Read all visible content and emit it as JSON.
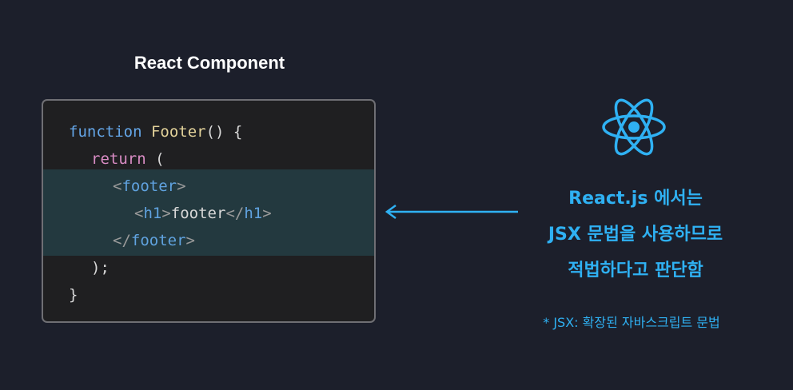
{
  "panel_title": "React Component",
  "code": {
    "line1": {
      "keyword": "function",
      "name": "Footer",
      "rest": "() {"
    },
    "line2": {
      "keyword": "return",
      "rest": " ("
    },
    "line3": {
      "open": "<",
      "tag": "footer",
      "close": ">"
    },
    "line4": {
      "open": "<",
      "tag": "h1",
      "close": ">",
      "text": "footer",
      "end_open": "</",
      "end_tag": "h1",
      "end_close": ">"
    },
    "line5": {
      "open": "</",
      "tag": "footer",
      "close": ">"
    },
    "line6": {
      "text": ");"
    },
    "line7": {
      "text": "}"
    }
  },
  "message": {
    "line1": "React.js 에서는",
    "line2": "JSX 문법을 사용하므로",
    "line3": "적법하다고 판단함"
  },
  "footnote": "* JSX: 확장된 자바스크립트 문법",
  "icons": {
    "logo": "react-logo-icon",
    "arrow": "arrow-left-icon"
  },
  "colors": {
    "accent": "#2fb1f3",
    "background": "#1c1f2b",
    "highlight": "#23393f"
  }
}
